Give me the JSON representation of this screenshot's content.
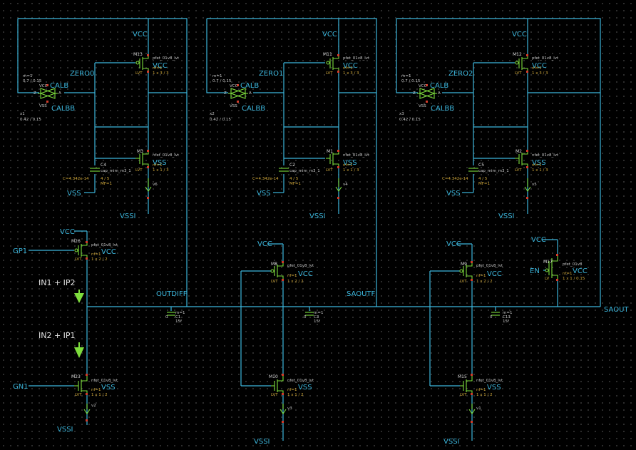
{
  "stages": [
    {
      "zero_net": "ZERO0",
      "vcc": "VCC",
      "vss": "VSS",
      "vssi": "VSSI",
      "pmos": {
        "name": "M13",
        "model": "pfet_01v8_lvt",
        "nf": "nf=1",
        "size": "1 x 3 / 3",
        "bulk": "VCC",
        "lvt": "LVT"
      },
      "nmos": {
        "name": "M3",
        "model": "nfet_01v8_lvt",
        "nf": "nf=1",
        "size": "1 x 1 / 3",
        "bulk": "VSS",
        "lvt": "LVT"
      },
      "cap": {
        "name": "C4",
        "model": "cap_mim_m3_1",
        "value": "C=4.342e-14",
        "size": "4 / 5",
        "mf": "MF=1"
      },
      "tgate": {
        "m": "m=1",
        "wl": "0.7 / 0.15",
        "ctl": "CALB",
        "ctlb": "CALBB",
        "inst": "x1",
        "wl2": "0.42 / 0.15",
        "vcc": "VCC",
        "vss": "VSS",
        "z": "Z",
        "a": "A"
      },
      "node": "v6"
    },
    {
      "zero_net": "ZERO1",
      "vcc": "VCC",
      "vss": "VSS",
      "vssi": "VSSI",
      "pmos": {
        "name": "M11",
        "model": "pfet_01v8_lvt",
        "nf": "nf=1",
        "size": "1 x 3 / 3",
        "bulk": "VCC",
        "lvt": "LVT"
      },
      "nmos": {
        "name": "M1",
        "model": "nfet_01v8_lvt",
        "nf": "nf=1",
        "size": "1 x 1 / 3",
        "bulk": "VSS",
        "lvt": "LVT"
      },
      "cap": {
        "name": "C2",
        "model": "cap_mim_m3_1",
        "value": "C=4.342e-14",
        "size": "4 / 5",
        "mf": "MF=1"
      },
      "tgate": {
        "m": "m=1",
        "wl": "0.7 / 0.15",
        "ctl": "CALB",
        "ctlb": "CALBB",
        "inst": "x2",
        "wl2": "0.42 / 0.15",
        "vcc": "VCC",
        "vss": "VSS",
        "z": "Z",
        "a": "A"
      },
      "node": "v4"
    },
    {
      "zero_net": "ZERO2",
      "vcc": "VCC",
      "vss": "VSS",
      "vssi": "VSSI",
      "pmos": {
        "name": "M12",
        "model": "pfet_01v8_lvt",
        "nf": "nf=1",
        "size": "1 x 3 / 3",
        "bulk": "VCC",
        "lvt": "LVT"
      },
      "nmos": {
        "name": "M2",
        "model": "nfet_01v8_lvt",
        "nf": "nf=1",
        "size": "1 x 1 / 3",
        "bulk": "VSS",
        "lvt": "LVT"
      },
      "cap": {
        "name": "C5",
        "model": "cap_mim_m3_1",
        "value": "C=4.342e-14",
        "size": "4 / 5",
        "mf": "MF=1"
      },
      "tgate": {
        "m": "m=1",
        "wl": "0.7 / 0.15",
        "ctl": "CALB",
        "ctlb": "CALBB",
        "inst": "x3",
        "wl2": "0.42 / 0.15",
        "vcc": "VCC",
        "vss": "VSS",
        "z": "Z",
        "a": "A"
      },
      "node": "v5"
    }
  ],
  "bottom": {
    "gp1": "GP1",
    "gn1": "GN1",
    "en": "EN",
    "outdiff": "OUTDIFF",
    "saoutf": "SAOUTF",
    "saout": "SAOUT",
    "note1": "IN1 + IP2",
    "note2": "IN2 + IP1",
    "m26": {
      "name": "M26",
      "model": "pfet_01v8_lvt",
      "nf": "nf=1",
      "size": "1 x 2 / 2",
      "bulk": "VCC",
      "lvt": "LVT"
    },
    "m23": {
      "name": "M23",
      "model": "nfet_01v8_lvt",
      "nf": "nf=1",
      "size": "1 x 1 / 2",
      "bulk": "VSS",
      "lvt": "LVT"
    },
    "m8": {
      "name": "M8",
      "model": "pfet_01v8_lvt",
      "nf": "nf=1",
      "size": "1 x 2 / 2",
      "bulk": "VCC",
      "lvt": "LVT"
    },
    "m10": {
      "name": "M10",
      "model": "nfet_01v8_lvt",
      "nf": "nf=1",
      "size": "1 x 1 / 2",
      "bulk": "VSS",
      "lvt": "LVT"
    },
    "m9": {
      "name": "M9",
      "model": "pfet_01v8_lvt",
      "nf": "nf=1",
      "size": "1 x 2 / 2",
      "bulk": "VCC",
      "lvt": "LVT"
    },
    "m15": {
      "name": "M15",
      "model": "nfet_01v8_lvt",
      "nf": "nf=1",
      "size": "1 x 1 / 2",
      "bulk": "VSS",
      "lvt": "LVT"
    },
    "m17": {
      "name": "M17",
      "model": "pfet_01v8",
      "nf": "nf=1",
      "size": "1 x 1 / 0.15",
      "bulk": "VCC",
      "lvt": "LV"
    },
    "c1": {
      "name": "C1",
      "m": "m=1",
      "value": "15f",
      "v": "0"
    },
    "c3": {
      "name": "C3",
      "m": "m=1",
      "value": "15f",
      "v": "0"
    },
    "c13": {
      "name": "C13",
      "m": "m=1",
      "value": "15f",
      "v": "0"
    },
    "v2": "v2",
    "v3": "v3",
    "v1": "v1",
    "vcc": "VCC",
    "vssi": "VSSI"
  }
}
